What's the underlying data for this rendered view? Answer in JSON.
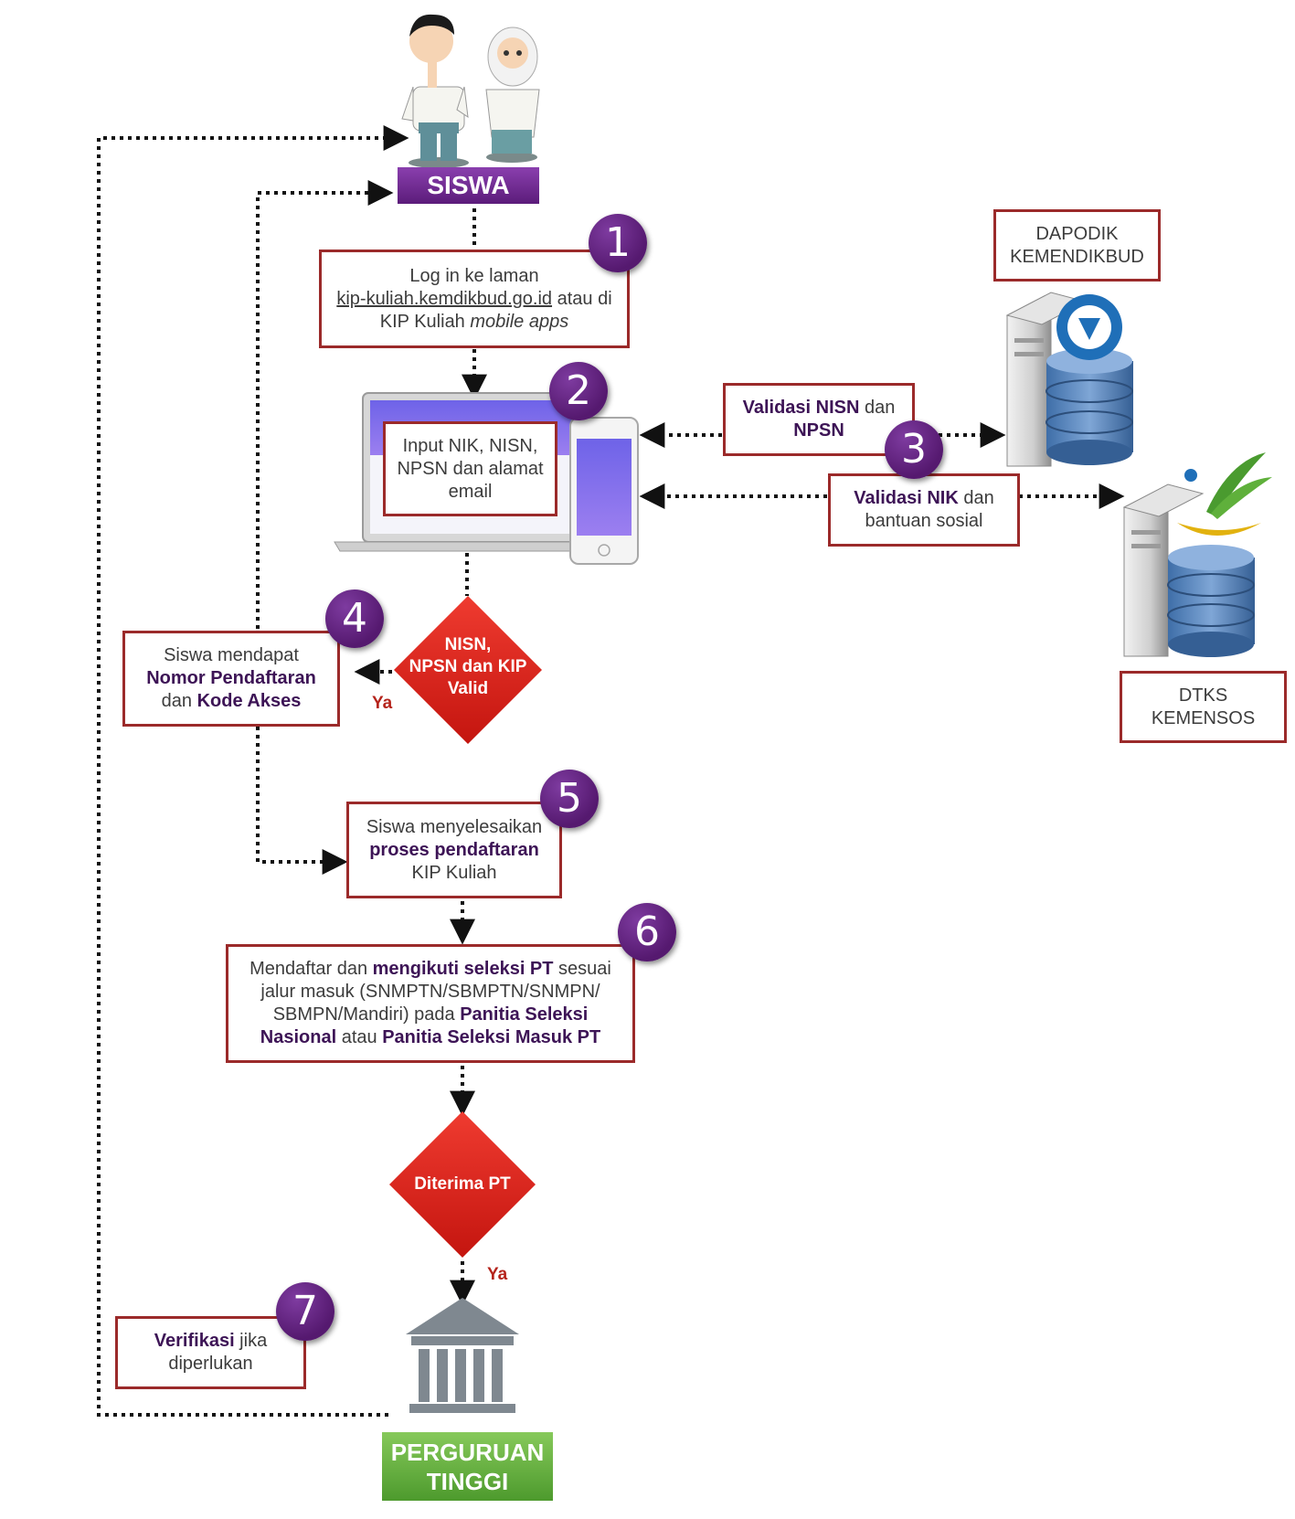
{
  "start": {
    "label": "SISWA"
  },
  "end": {
    "label_line1": "PERGURUAN",
    "label_line2": "TINGGI"
  },
  "steps": [
    {
      "number": "1",
      "line1": "Log in ke laman",
      "link": "kip-kuliah.kemdikbud.go.id",
      "after_link": " atau di",
      "line3_plain": "KIP Kuliah ",
      "line3_italic": "mobile apps"
    },
    {
      "number": "2",
      "line1": "Input NIK, NISN,",
      "line2": "NPSN dan alamat",
      "line3": "email"
    },
    {
      "number": "3"
    },
    {
      "number": "4",
      "line1": "Siswa mendapat",
      "line2_bold": "Nomor Pendaftaran",
      "line3_plain": "dan ",
      "line3_bold": "Kode Akses"
    },
    {
      "number": "5",
      "line1": "Siswa menyelesaikan",
      "line2_bold": "proses pendaftaran",
      "line3": "KIP Kuliah"
    },
    {
      "number": "6",
      "l1_plain_a": "Mendaftar dan ",
      "l1_bold": "mengikuti seleksi PT",
      "l1_plain_b": " sesuai",
      "l2": "jalur masuk (SNMPTN/SBMPTN/SNMPN/",
      "l3_plain": "SBMPN/Mandiri) pada ",
      "l3_bold": "Panitia Seleksi",
      "l4_bold_a": "Nasional",
      "l4_plain": " atau ",
      "l4_bold_b": "Panitia Seleksi Masuk PT"
    },
    {
      "number": "7",
      "l1_bold": "Verifikasi",
      "l1_plain": " jika",
      "l2": "diperlukan"
    }
  ],
  "validations": {
    "nisn": {
      "bold": "Validasi NISN",
      "plain": " dan",
      "bold2": "NPSN"
    },
    "nik": {
      "bold": "Validasi NIK",
      "plain": " dan",
      "line2": "bantuan sosial"
    }
  },
  "sources": {
    "dapodik": {
      "line1": "DAPODIK",
      "line2": "KEMENDIKBUD"
    },
    "dtks": {
      "line1": "DTKS",
      "line2": "KEMENSOS"
    }
  },
  "decisions": {
    "valid": {
      "line1": "NISN,",
      "line2": "NPSN dan KIP",
      "line3": "Valid",
      "yes": "Ya"
    },
    "accepted": {
      "line1": "Diterima PT",
      "yes": "Ya"
    }
  }
}
